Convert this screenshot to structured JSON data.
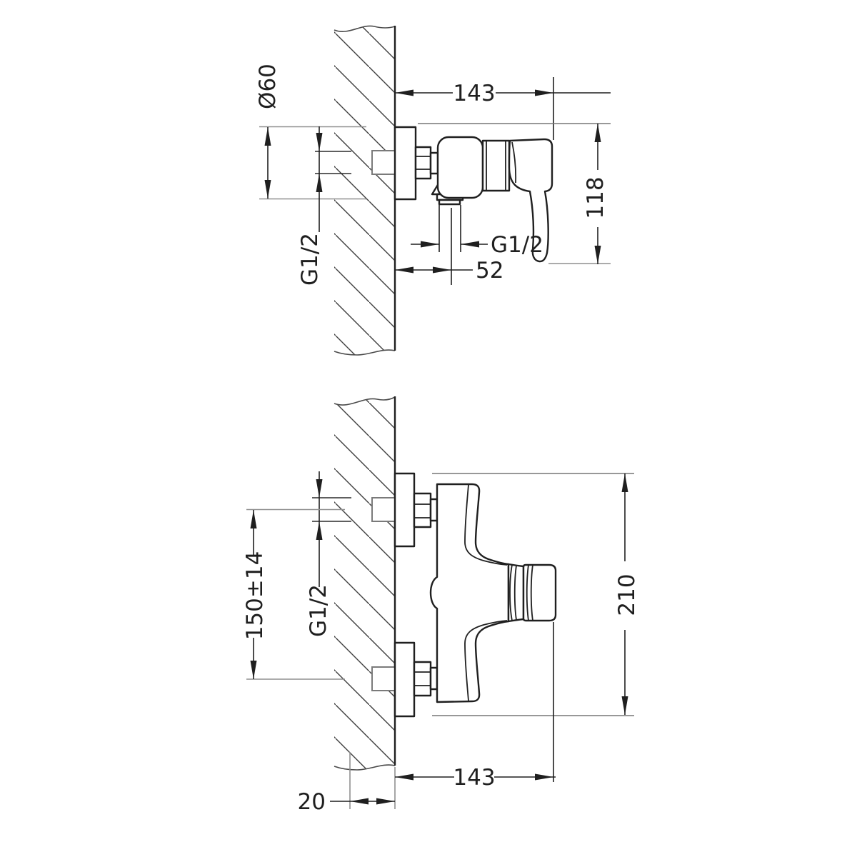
{
  "drawing": {
    "type": "technical-installation-drawing",
    "subject": "Wall-mounted single-lever shower mixer, side view and front view with mounting dimensions",
    "colors": {
      "background": "#ffffff",
      "line": "#1f1f1f",
      "extension_line": "#8f8f8f"
    },
    "side_view": {
      "width": "143",
      "height": "118",
      "flange_diameter": "Ø60",
      "inlet_thread": "G1/2",
      "outlet_thread": "G1/2",
      "outlet_offset": "52"
    },
    "front_view": {
      "inlet_spacing": "150±14",
      "inlet_thread": "G1/2",
      "height": "210",
      "width": "143",
      "wall_thickness": "20"
    }
  }
}
